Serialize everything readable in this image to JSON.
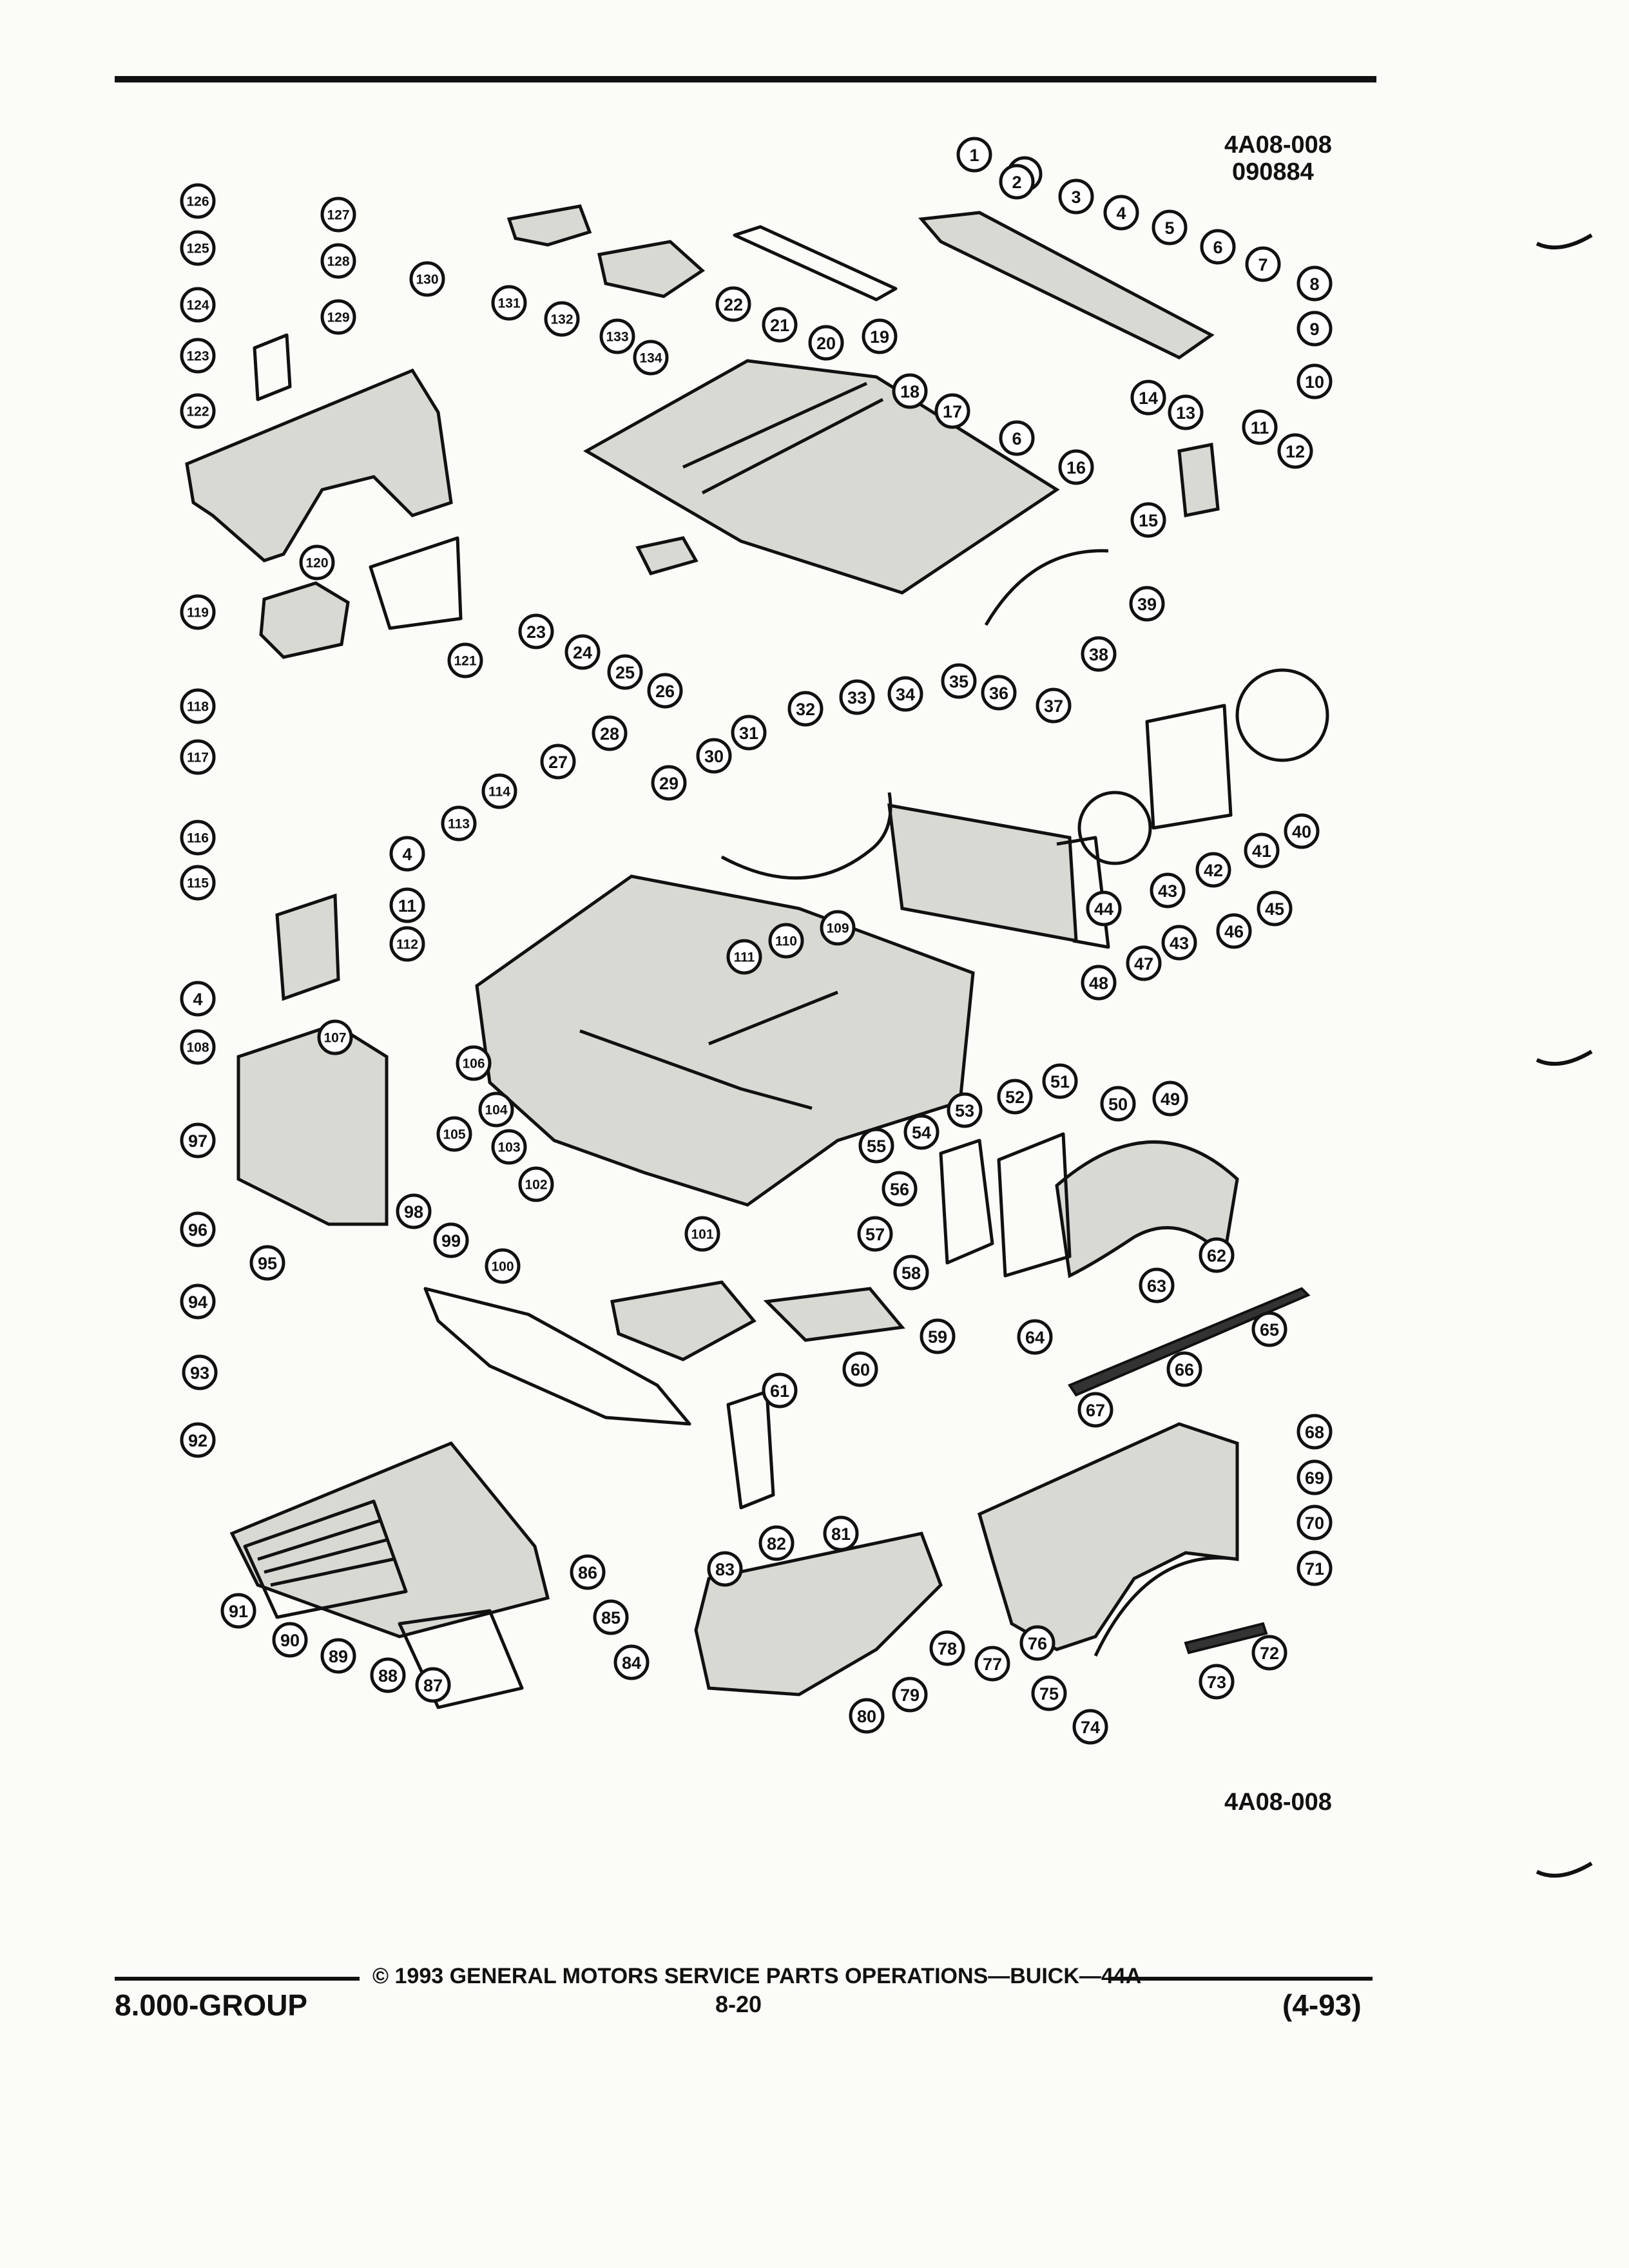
{
  "header": {
    "figure_code": "4A08-008",
    "date_code": "090884"
  },
  "figure_code_bottom": "4A08-008",
  "footer": {
    "copyright": "©  1993  GENERAL MOTORS SERVICE PARTS OPERATIONS—BUICK—44A",
    "group": "8.000-GROUP",
    "page_number": "8-20",
    "revision": "(4-93)"
  },
  "callouts": [
    "1",
    "2",
    "3",
    "4",
    "5",
    "6",
    "7",
    "8",
    "9",
    "10",
    "11",
    "12",
    "13",
    "14",
    "15",
    "16",
    "17",
    "18",
    "19",
    "20",
    "21",
    "22",
    "23",
    "24",
    "25",
    "26",
    "27",
    "28",
    "29",
    "30",
    "31",
    "32",
    "33",
    "34",
    "35",
    "36",
    "37",
    "38",
    "39",
    "40",
    "41",
    "42",
    "43",
    "44",
    "45",
    "46",
    "47",
    "48",
    "49",
    "50",
    "51",
    "52",
    "53",
    "54",
    "55",
    "56",
    "57",
    "58",
    "59",
    "60",
    "61",
    "62",
    "63",
    "64",
    "65",
    "66",
    "67",
    "68",
    "69",
    "70",
    "71",
    "72",
    "73",
    "74",
    "75",
    "76",
    "77",
    "78",
    "79",
    "80",
    "81",
    "82",
    "83",
    "84",
    "85",
    "86",
    "87",
    "88",
    "89",
    "90",
    "91",
    "92",
    "93",
    "94",
    "95",
    "96",
    "97",
    "98",
    "99",
    "100",
    "101",
    "102",
    "103",
    "104",
    "105",
    "106",
    "107",
    "108",
    "109",
    "110",
    "111",
    "112",
    "113",
    "114",
    "115",
    "116",
    "117",
    "118",
    "119",
    "120",
    "121",
    "122",
    "123",
    "124",
    "125",
    "126",
    "127",
    "128",
    "129",
    "130",
    "131",
    "132",
    "133",
    "134",
    "2",
    "4",
    "4",
    "6",
    "11",
    "43"
  ]
}
